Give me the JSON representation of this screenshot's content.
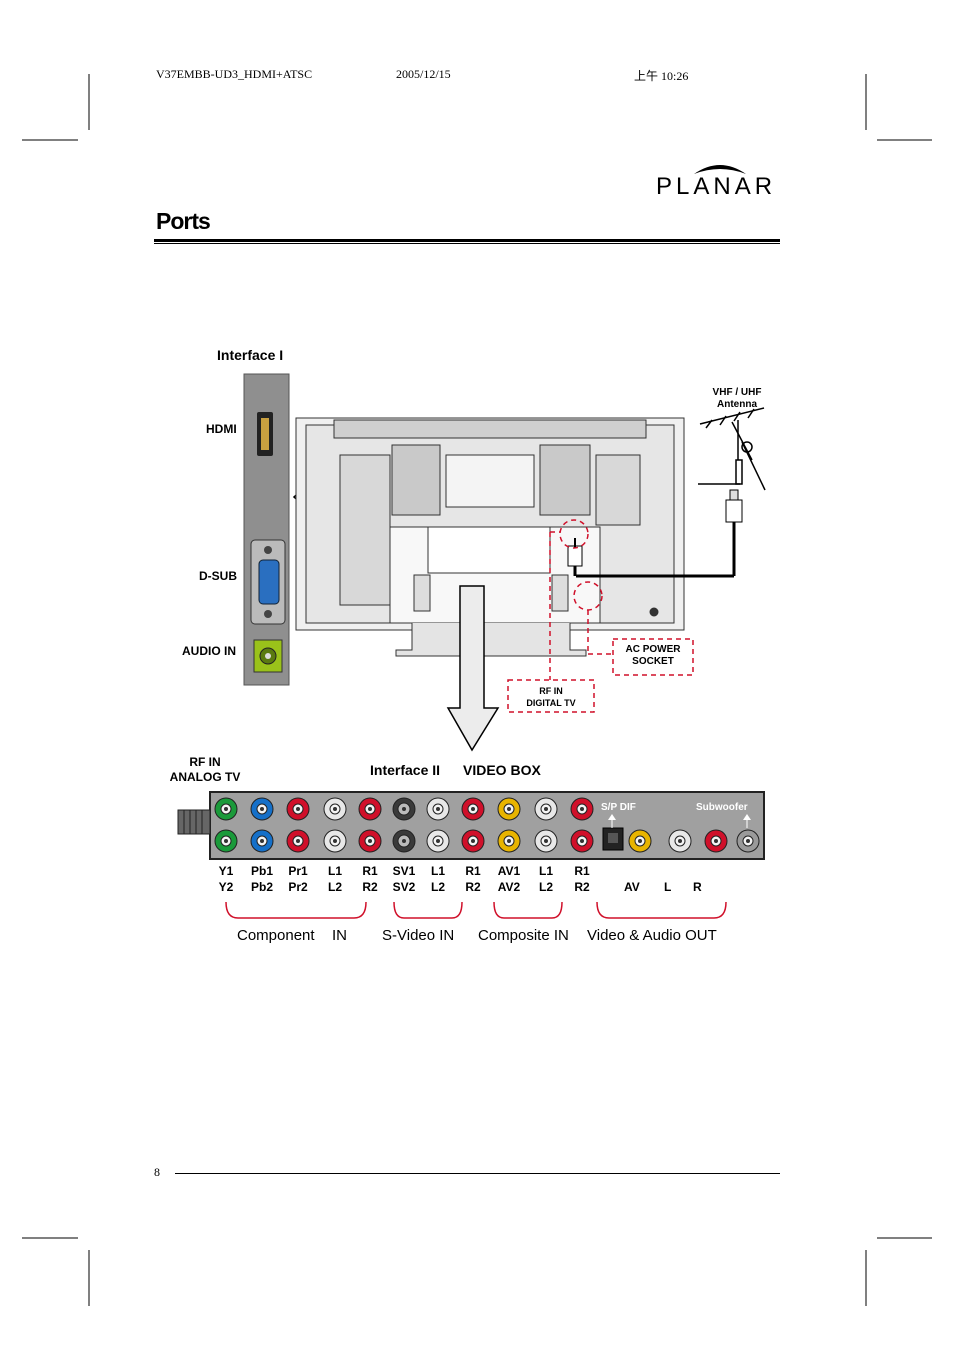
{
  "header": {
    "doc_id": "V37EMBB-UD3_HDMI+ATSC",
    "date": "2005/12/15",
    "time": "上午 10:26"
  },
  "brand": {
    "logo_text": "PLANAR"
  },
  "page": {
    "title": "Ports",
    "number": "8"
  },
  "interface1": {
    "title": "Interface I",
    "hdmi": "HDMI",
    "dsub": "D-SUB",
    "audio_in": "AUDIO IN"
  },
  "antenna": {
    "line1": "VHF / UHF",
    "line2": "Antenna"
  },
  "callouts": {
    "ac_line1": "AC POWER",
    "ac_line2": "SOCKET",
    "rf_line1": "RF IN",
    "rf_line2": "DIGITAL TV"
  },
  "interface2": {
    "title": "Interface II",
    "subtitle": "VIDEO BOX",
    "rf_analog_line1": "RF IN",
    "rf_analog_line2": "ANALOG TV",
    "spdif": "S/P DIF",
    "subwoofer": "Subwoofer",
    "labels_row1": [
      "Y1",
      "Pb1",
      "Pr1",
      "L1",
      "R1",
      "SV1",
      "L1",
      "R1",
      "AV1",
      "L1",
      "R1"
    ],
    "labels_row2": [
      "Y2",
      "Pb2",
      "Pr2",
      "L2",
      "R2",
      "SV2",
      "L2",
      "R2",
      "AV2",
      "L2",
      "R2"
    ],
    "out_labels": [
      "AV",
      "L",
      "R"
    ],
    "groups": [
      "Component",
      "IN",
      "S-Video IN",
      "Composite IN",
      "Video & Audio OUT"
    ]
  },
  "colors": {
    "green": "#1a9a3a",
    "blue": "#1570c9",
    "red": "#d0102a",
    "white": "#e8e8e8",
    "yellow": "#e8b400",
    "gray_panel": "#9a9a9a",
    "callout_red": "#d0102a",
    "audio_green": "#9ac21a"
  }
}
